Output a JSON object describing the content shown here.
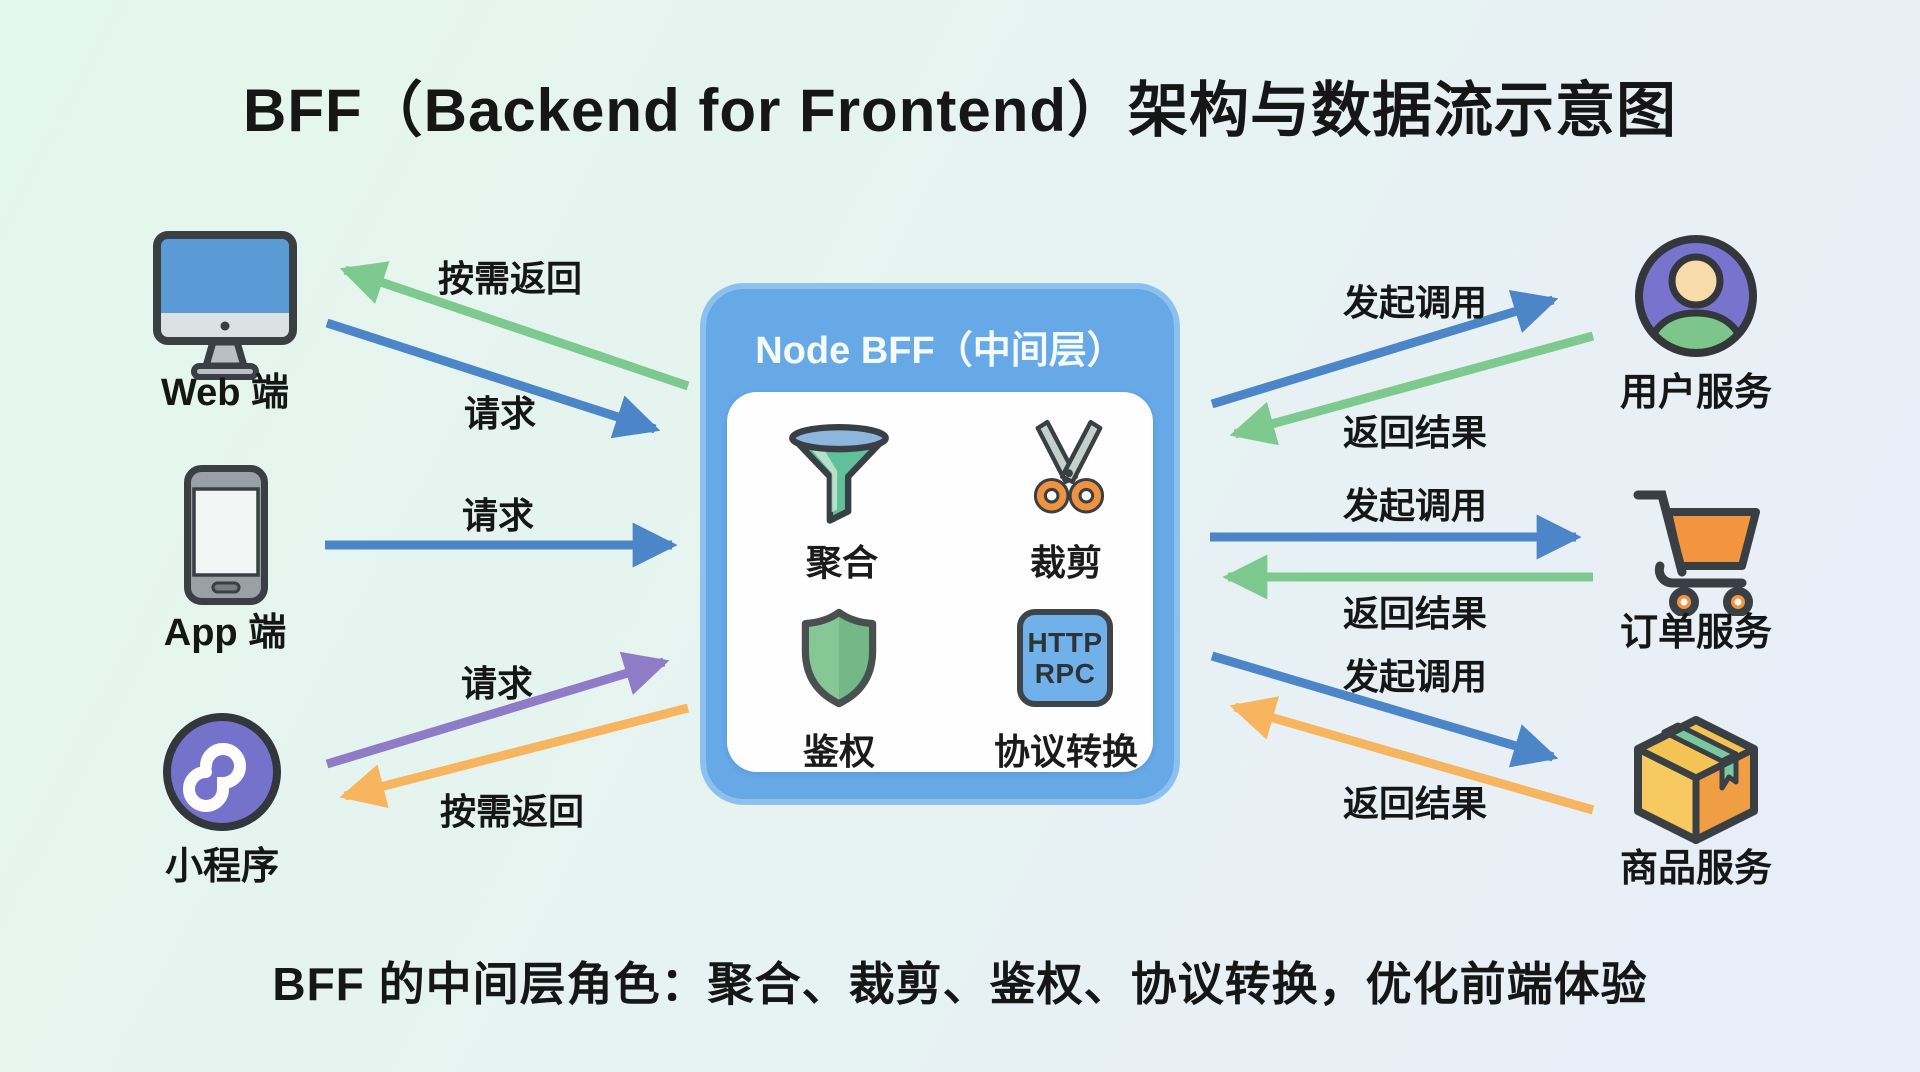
{
  "title": "BFF（Backend for Frontend）架构与数据流示意图",
  "caption": "BFF 的中间层角色：聚合、裁剪、鉴权、协议转换，优化前端体验",
  "bff": {
    "title": "Node BFF（中间层）",
    "capabilities": [
      {
        "label": "聚合",
        "icon": "funnel-icon"
      },
      {
        "label": "裁剪",
        "icon": "scissors-icon"
      },
      {
        "label": "鉴权",
        "icon": "shield-icon"
      },
      {
        "label": "协议转换",
        "icon": "protocol-badge-icon",
        "badge_lines": [
          "HTTP",
          "RPC"
        ]
      }
    ]
  },
  "clients": [
    {
      "label": "Web 端",
      "icon": "monitor-icon"
    },
    {
      "label": "App 端",
      "icon": "smartphone-icon"
    },
    {
      "label": "小程序",
      "icon": "miniprogram-icon"
    }
  ],
  "services": [
    {
      "label": "用户服务",
      "icon": "user-avatar-icon"
    },
    {
      "label": "订单服务",
      "icon": "shopping-cart-icon"
    },
    {
      "label": "商品服务",
      "icon": "package-box-icon"
    }
  ],
  "flows": {
    "left": [
      {
        "label": "按需返回",
        "from": "Node BFF（中间层）",
        "to": "Web 端",
        "color": "#7ec98f"
      },
      {
        "label": "请求",
        "from": "Web 端",
        "to": "Node BFF（中间层）",
        "color": "#4d86c8"
      },
      {
        "label": "请求",
        "from": "App 端",
        "to": "Node BFF（中间层）",
        "color": "#4d86c8"
      },
      {
        "label": "请求",
        "from": "小程序",
        "to": "Node BFF（中间层）",
        "color": "#8e7cc7"
      },
      {
        "label": "按需返回",
        "from": "Node BFF（中间层）",
        "to": "小程序",
        "color": "#f6b55e"
      }
    ],
    "right": [
      {
        "label": "发起调用",
        "from": "Node BFF（中间层）",
        "to": "用户服务",
        "color": "#4d86c8"
      },
      {
        "label": "返回结果",
        "from": "用户服务",
        "to": "Node BFF（中间层）",
        "color": "#7ec98f"
      },
      {
        "label": "发起调用",
        "from": "Node BFF（中间层）",
        "to": "订单服务",
        "color": "#4d86c8"
      },
      {
        "label": "返回结果",
        "from": "订单服务",
        "to": "Node BFF（中间层）",
        "color": "#7ec98f"
      },
      {
        "label": "发起调用",
        "from": "Node BFF（中间层）",
        "to": "商品服务",
        "color": "#4d86c8"
      },
      {
        "label": "返回结果",
        "from": "商品服务",
        "to": "Node BFF（中间层）",
        "color": "#f6b55e"
      }
    ]
  },
  "colors": {
    "background_start": "#e4f7ec",
    "background_end": "#e8edf9",
    "bff_box_fill": "#67a9e7",
    "bff_box_border": "#8cc0ef",
    "request_arrow_blue": "#4d86c8",
    "return_arrow_green": "#7ec98f",
    "miniprogram_arrow_purple": "#8e7cc7",
    "return_arrow_orange": "#f6b55e"
  }
}
